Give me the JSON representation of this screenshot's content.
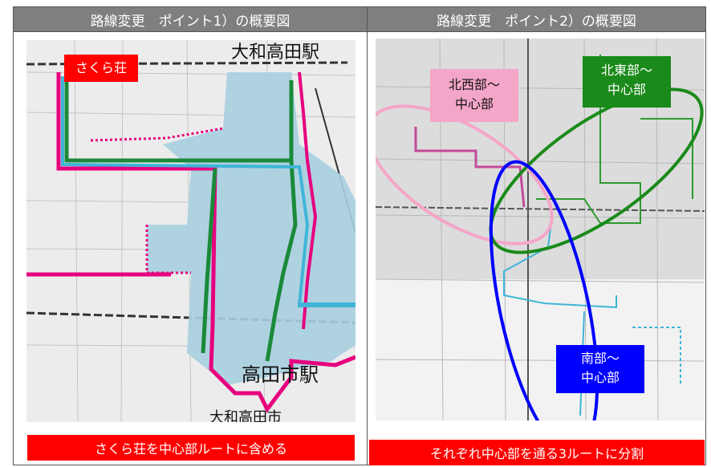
{
  "headers": {
    "left": "路線変更　ポイント1）の概要図",
    "right": "路線変更　ポイント2）の概要図"
  },
  "left_map": {
    "badge": "さくら荘",
    "station_top": "大和高田駅",
    "station_bottom": "高田市駅",
    "station_bottom_partial": "大和高田市"
  },
  "right_map": {
    "northwest_label": [
      "北西部～",
      "中心部"
    ],
    "northeast_label": [
      "北東部～",
      "中心部"
    ],
    "south_label": [
      "南部～",
      "中心部"
    ]
  },
  "captions": {
    "left": "さくら荘を中心部ルートに含める",
    "right": "それぞれ中心部を通る3ルートに分割"
  },
  "colors": {
    "header_bg": "#7f7f7f",
    "caption_bg": "#ff0000",
    "route_magenta": "#e6007e",
    "route_green": "#1a8a3a",
    "route_cyan": "#3fb5d8",
    "area_fill": "#a9cfe0",
    "northwest_pink": "#f4a6c8",
    "northeast_green": "#1a8a1a",
    "south_blue": "#0000ff",
    "label_green_bg": "#1a8a1a",
    "label_blue_bg": "#0000ff"
  }
}
